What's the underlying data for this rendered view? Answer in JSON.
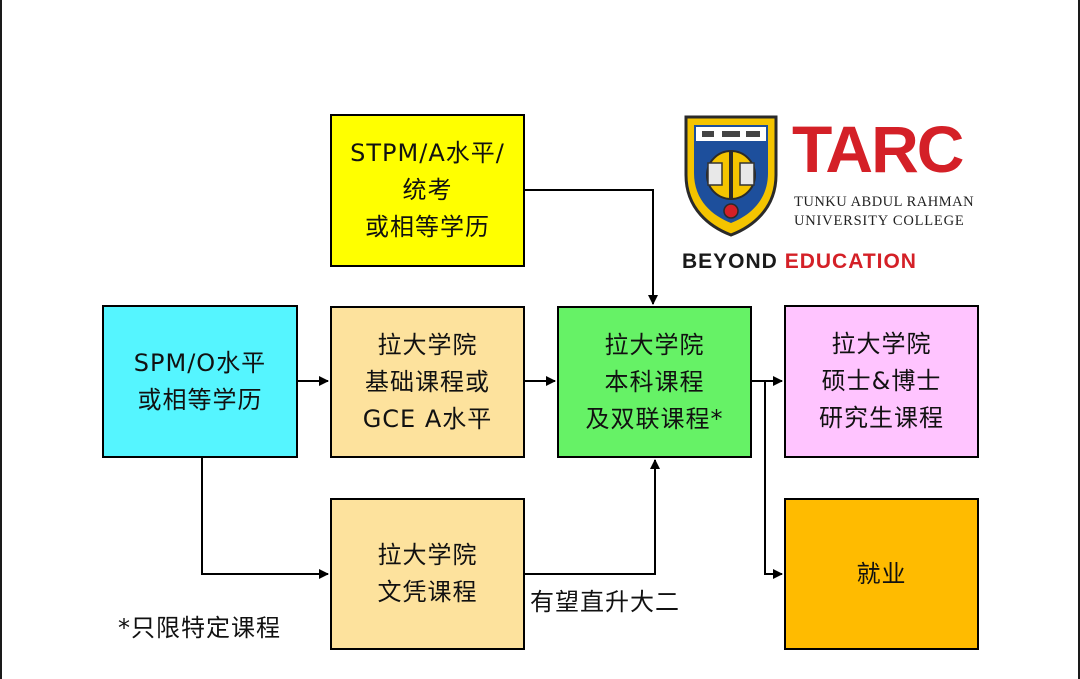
{
  "logo": {
    "wordmark": "TARC",
    "line1": "TUNKU ABDUL RAHMAN",
    "line2": "UNIVERSITY COLLEGE",
    "tagline_a": "BEYOND",
    "tagline_b": "EDUCATION",
    "brand_red": "#d42027"
  },
  "boxes": {
    "stpm": {
      "lines": [
        "STPM/A水平/",
        "统考",
        "或相等学历"
      ],
      "color": "#ffff00"
    },
    "spm": {
      "lines": [
        "SPM/O水平",
        "或相等学历"
      ],
      "color": "#55f5ff"
    },
    "foundation": {
      "lines": [
        "拉大学院",
        "基础课程或",
        "GCE A水平"
      ],
      "color": "#fde29d"
    },
    "degree": {
      "lines": [
        "拉大学院",
        "本科课程",
        "及双联课程*"
      ],
      "color": "#66f266"
    },
    "postgrad": {
      "lines": [
        "拉大学院",
        "硕士&博士",
        "研究生课程"
      ],
      "color": "#ffc4ff"
    },
    "diploma": {
      "lines": [
        "拉大学院",
        "文凭课程"
      ],
      "color": "#fde29d"
    },
    "employment": {
      "lines": [
        "就业"
      ],
      "color": "#ffbb00"
    }
  },
  "notes": {
    "restricted": "*只限特定课程",
    "direct_year2": "有望直升大二"
  }
}
